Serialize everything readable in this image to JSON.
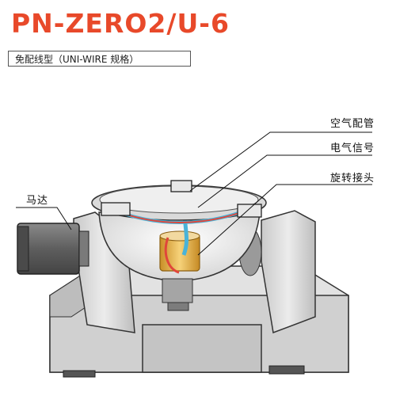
{
  "header": {
    "title": "PN-ZERO2/U-6",
    "subtitle": "免配线型（UNI-WIRE 规格）"
  },
  "callouts": {
    "air_piping": "空气配管",
    "electric_signal": "电气信号",
    "rotary_joint": "旋转接头",
    "motor": "马达"
  },
  "colors": {
    "title": "#e8492a",
    "air_pipe": "#49b3d8",
    "signal_wire": "#e0463a",
    "rotary_joint": "#e8b84a",
    "body": "#d9d9d9",
    "motor": "#6b6b6b"
  }
}
